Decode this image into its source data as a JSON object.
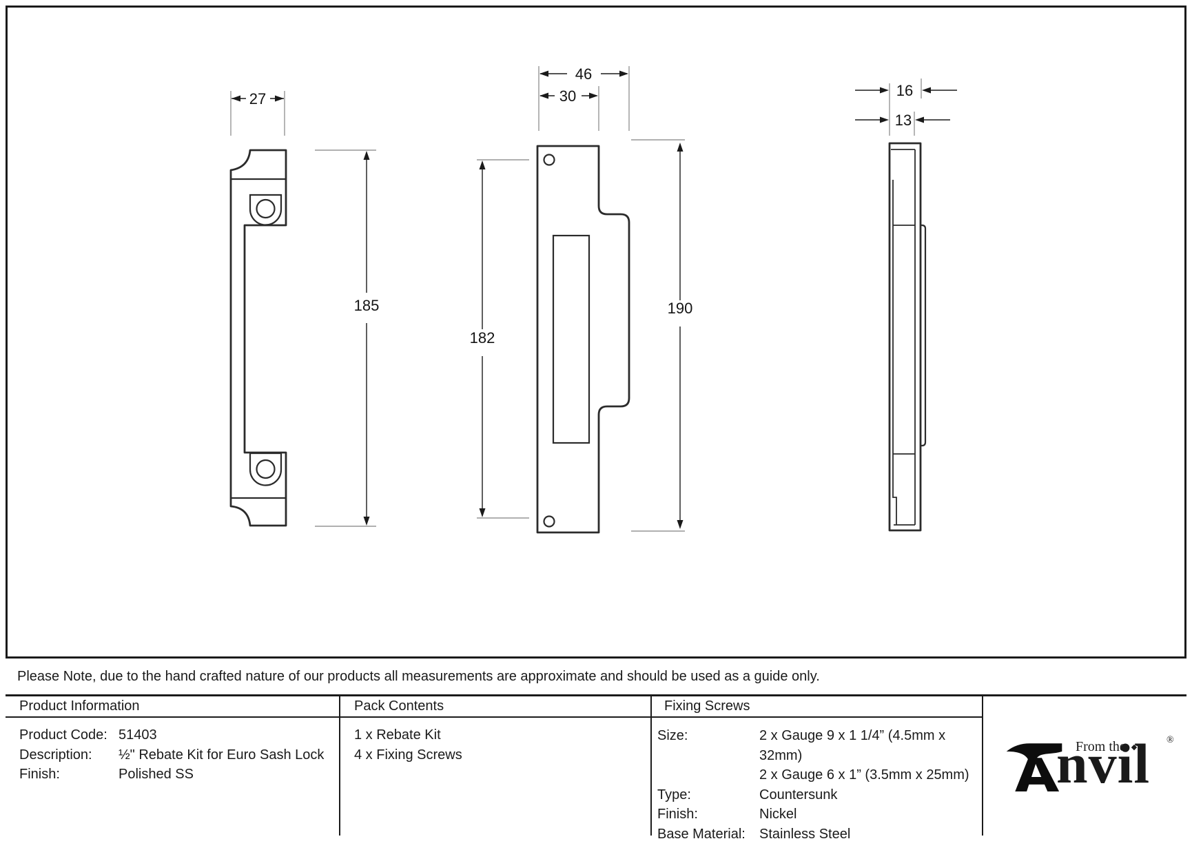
{
  "note": "Please Note, due to the hand crafted nature of our products all measurements are approximate and should be used as a guide only.",
  "drawings": {
    "front_view": {
      "width": "27",
      "height": "185"
    },
    "plan_view": {
      "outer_width": "46",
      "inner_width": "30",
      "inner_height": "182",
      "height": "190"
    },
    "side_view": {
      "depth": "16",
      "inner_depth": "13"
    }
  },
  "table": {
    "product_information": {
      "header": "Product Information",
      "rows": [
        {
          "label": "Product Code:",
          "value": "51403"
        },
        {
          "label": "Description:",
          "value": "½\" Rebate Kit for Euro Sash Lock"
        },
        {
          "label": "Finish:",
          "value": "Polished SS"
        }
      ]
    },
    "pack_contents": {
      "header": "Pack Contents",
      "items": [
        "1 x Rebate Kit",
        "4 x Fixing Screws"
      ]
    },
    "fixing_screws": {
      "header": "Fixing Screws",
      "rows": [
        {
          "label": "Size:",
          "value": "2 x Gauge 9 x 1 1/4” (4.5mm x 32mm)"
        },
        {
          "label": "",
          "value": "2 x Gauge 6 x 1” (3.5mm x 25mm)"
        },
        {
          "label": "Type:",
          "value": "Countersunk"
        },
        {
          "label": "Finish:",
          "value": "Nickel"
        },
        {
          "label": "Base Material:",
          "value": "Stainless Steel"
        }
      ]
    }
  },
  "logo": {
    "prefix": "From the",
    "diamond": "◆",
    "suffix": "nvil",
    "registered": "®"
  }
}
